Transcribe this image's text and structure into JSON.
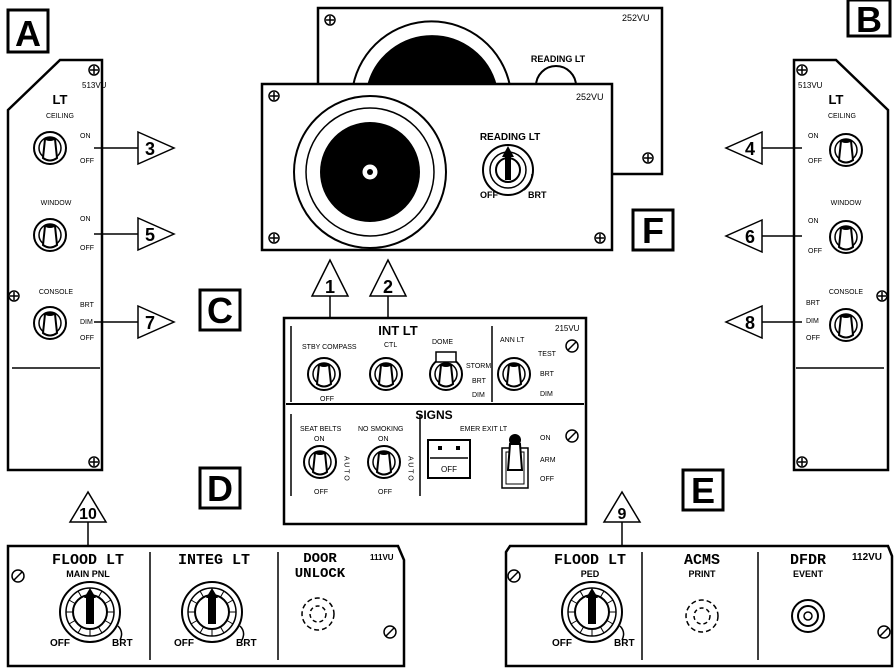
{
  "callouts": {
    "A": "A",
    "B": "B",
    "C": "C",
    "D": "D",
    "E": "E",
    "F": "F"
  },
  "pointers": {
    "p1": "1",
    "p2": "2",
    "p3": "3",
    "p4": "4",
    "p5": "5",
    "p6": "6",
    "p7": "7",
    "p8": "8",
    "p9": "9",
    "p10": "10"
  },
  "panel_a": {
    "id": "513VU",
    "title": "LT",
    "ceiling": "CEILING",
    "window": "WINDOW",
    "console": "CONSOLE",
    "on": "ON",
    "off": "OFF",
    "brt": "BRT",
    "dim": "DIM"
  },
  "panel_b": {
    "id": "513VU",
    "title": "LT",
    "ceiling": "CEILING",
    "window": "WINDOW",
    "console": "CONSOLE",
    "on": "ON",
    "off": "OFF",
    "brt": "BRT",
    "dim": "DIM"
  },
  "panel_f": {
    "id": "252VU",
    "reading": "READING LT",
    "off": "OFF",
    "brt": "BRT",
    "back_id": "252VU",
    "back_reading": "READING LT"
  },
  "panel_main": {
    "id": "215VU",
    "int_lt": "INT LT",
    "dome": "DOME",
    "stby_compass": "STBY COMPASS",
    "ctl": "CTL",
    "off": "OFF",
    "on": "ON",
    "storm": "STORM",
    "brt": "BRT",
    "dim": "DIM",
    "ann_lt": "ANN LT",
    "test": "TEST",
    "signs": "SIGNS",
    "seat_belts": "SEAT BELTS",
    "no_smoking": "NO SMOKING",
    "auto": "A U T O",
    "emer_exit": "EMER EXIT LT",
    "arm": "ARM"
  },
  "panel_d": {
    "id": "111VU",
    "flood": "FLOOD LT",
    "main_pnl": "MAIN PNL",
    "integ": "INTEG LT",
    "door": "DOOR",
    "unlock": "UNLOCK",
    "off": "OFF",
    "brt": "BRT"
  },
  "panel_e": {
    "id": "112VU",
    "flood": "FLOOD LT",
    "ped": "PED",
    "acms": "ACMS",
    "print": "PRINT",
    "dfdr": "DFDR",
    "event": "EVENT",
    "off": "OFF",
    "brt": "BRT"
  }
}
